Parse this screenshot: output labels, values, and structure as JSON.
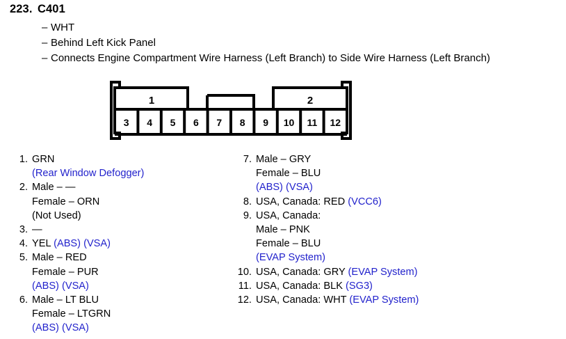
{
  "header": {
    "number": "223.",
    "name": "C401",
    "dash": "–",
    "description_lines": [
      "WHT",
      "Behind Left Kick Panel",
      "Connects Engine Compartment Wire Harness (Left Branch) to Side Wire Harness (Left Branch)"
    ]
  },
  "connector": {
    "upper_blocks": [
      {
        "label": "1"
      },
      {
        "label": "2"
      }
    ],
    "middle_block_label": "",
    "pins": [
      "3",
      "4",
      "5",
      "6",
      "7",
      "8",
      "9",
      "10",
      "11",
      "12"
    ]
  },
  "pin_list": {
    "left": [
      {
        "num": "1.",
        "lines": [
          [
            {
              "t": "GRN",
              "c": "black"
            }
          ],
          [
            {
              "t": "(Rear Window Defogger)",
              "c": "blue"
            }
          ]
        ]
      },
      {
        "num": "2.",
        "lines": [
          [
            {
              "t": "Male – —",
              "c": "black"
            }
          ],
          [
            {
              "t": "Female – ORN",
              "c": "black"
            }
          ],
          [
            {
              "t": "(Not Used)",
              "c": "black"
            }
          ]
        ]
      },
      {
        "num": "3.",
        "lines": [
          [
            {
              "t": "—",
              "c": "black"
            }
          ]
        ]
      },
      {
        "num": "4.",
        "lines": [
          [
            {
              "t": "YEL ",
              "c": "black"
            },
            {
              "t": "(ABS) (VSA)",
              "c": "blue"
            }
          ]
        ]
      },
      {
        "num": "5.",
        "lines": [
          [
            {
              "t": "Male – RED",
              "c": "black"
            }
          ],
          [
            {
              "t": "Female – PUR",
              "c": "black"
            }
          ],
          [
            {
              "t": "(ABS) (VSA)",
              "c": "blue"
            }
          ]
        ]
      },
      {
        "num": "6.",
        "lines": [
          [
            {
              "t": "Male – LT BLU",
              "c": "black"
            }
          ],
          [
            {
              "t": "Female – LTGRN",
              "c": "black"
            }
          ],
          [
            {
              "t": "(ABS) (VSA)",
              "c": "blue"
            }
          ]
        ]
      }
    ],
    "right": [
      {
        "num": "7.",
        "lines": [
          [
            {
              "t": "Male – GRY",
              "c": "black"
            }
          ],
          [
            {
              "t": "Female – BLU",
              "c": "black"
            }
          ],
          [
            {
              "t": "(ABS) (VSA)",
              "c": "blue"
            }
          ]
        ]
      },
      {
        "num": "8.",
        "lines": [
          [
            {
              "t": "USA, Canada: RED ",
              "c": "black"
            },
            {
              "t": "(VCC6)",
              "c": "blue"
            }
          ]
        ]
      },
      {
        "num": "9.",
        "lines": [
          [
            {
              "t": "USA, Canada:",
              "c": "black"
            }
          ],
          [
            {
              "t": "Male – PNK",
              "c": "black"
            }
          ],
          [
            {
              "t": "Female – BLU",
              "c": "black"
            }
          ],
          [
            {
              "t": "(EVAP System)",
              "c": "blue"
            }
          ]
        ]
      },
      {
        "num": "10.",
        "lines": [
          [
            {
              "t": "USA, Canada: GRY ",
              "c": "black"
            },
            {
              "t": "(EVAP System)",
              "c": "blue"
            }
          ]
        ]
      },
      {
        "num": "11.",
        "lines": [
          [
            {
              "t": "USA, Canada: BLK ",
              "c": "black"
            },
            {
              "t": "(SG3)",
              "c": "blue"
            }
          ]
        ]
      },
      {
        "num": "12.",
        "lines": [
          [
            {
              "t": "USA, Canada: WHT ",
              "c": "black"
            },
            {
              "t": "(EVAP System)",
              "c": "blue"
            }
          ]
        ]
      }
    ]
  },
  "colors": {
    "accent_blue": "#2222cc",
    "text_black": "#000000",
    "outline": "#000000",
    "page_background": "#ffffff"
  }
}
